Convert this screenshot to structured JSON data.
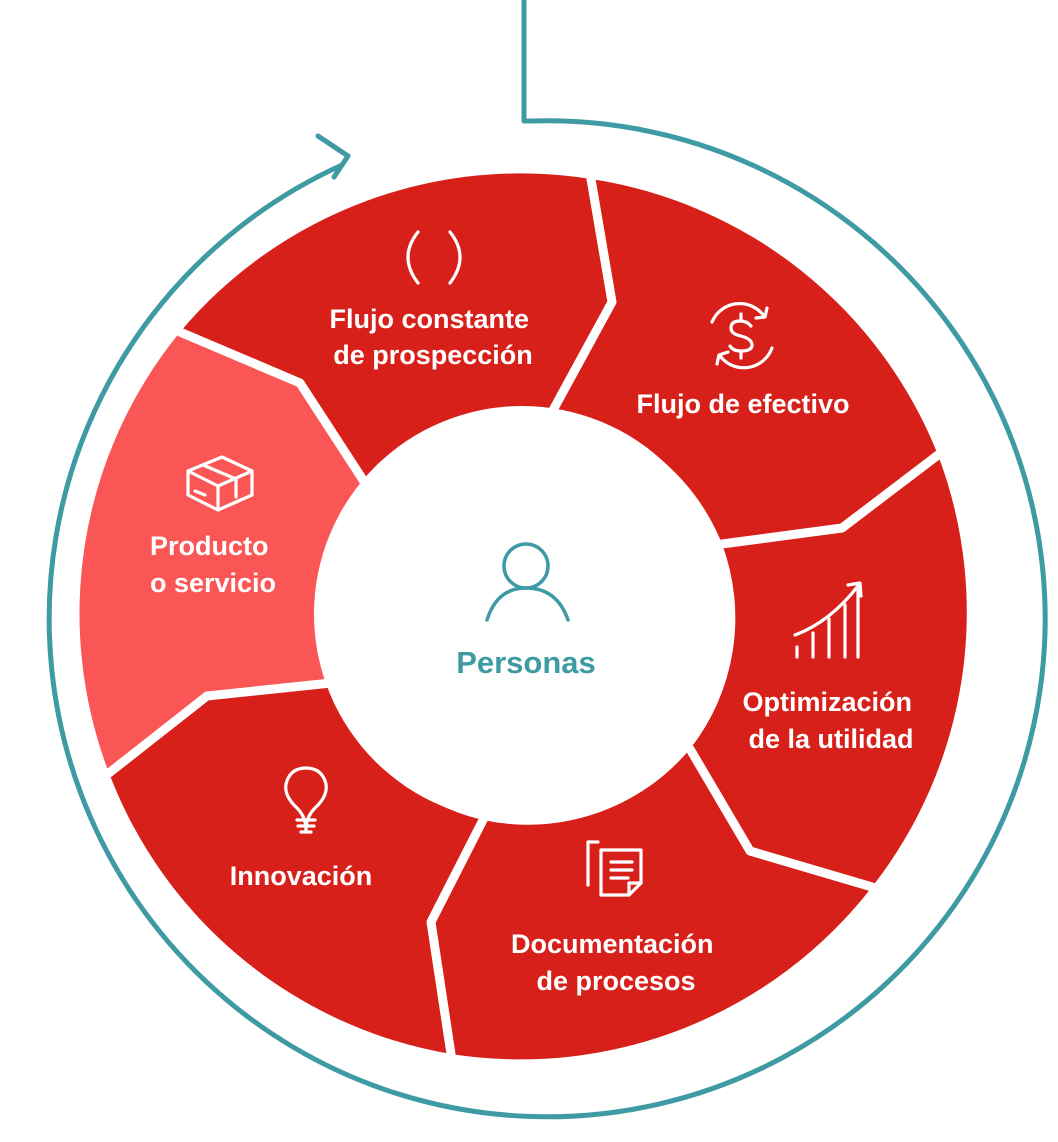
{
  "colors": {
    "segment": "#d8201b",
    "segment_highlight": "#fa5655",
    "ring": "#3e9aa3",
    "center_fill": "#ffffff",
    "center_text": "#3e9aa3",
    "label_text": "#ffffff"
  },
  "center": {
    "icon": "person-icon",
    "label": "Personas"
  },
  "segments": [
    {
      "id": "prospeccion",
      "icon": "brackets-icon",
      "lines": [
        "Flujo constante",
        "de prospección"
      ],
      "highlight": false
    },
    {
      "id": "efectivo",
      "icon": "dollar-cycle-icon",
      "lines": [
        "Flujo de efectivo"
      ],
      "highlight": false
    },
    {
      "id": "optimizacion",
      "icon": "growth-chart-icon",
      "lines": [
        "Optimización",
        "de la utilidad"
      ],
      "highlight": false
    },
    {
      "id": "documentacion",
      "icon": "documents-icon",
      "lines": [
        "Documentación",
        "de procesos"
      ],
      "highlight": false
    },
    {
      "id": "innovacion",
      "icon": "lightbulb-icon",
      "lines": [
        "Innovación"
      ],
      "highlight": false
    },
    {
      "id": "producto",
      "icon": "box-icon",
      "lines": [
        "Producto",
        "o servicio"
      ],
      "highlight": true
    }
  ]
}
